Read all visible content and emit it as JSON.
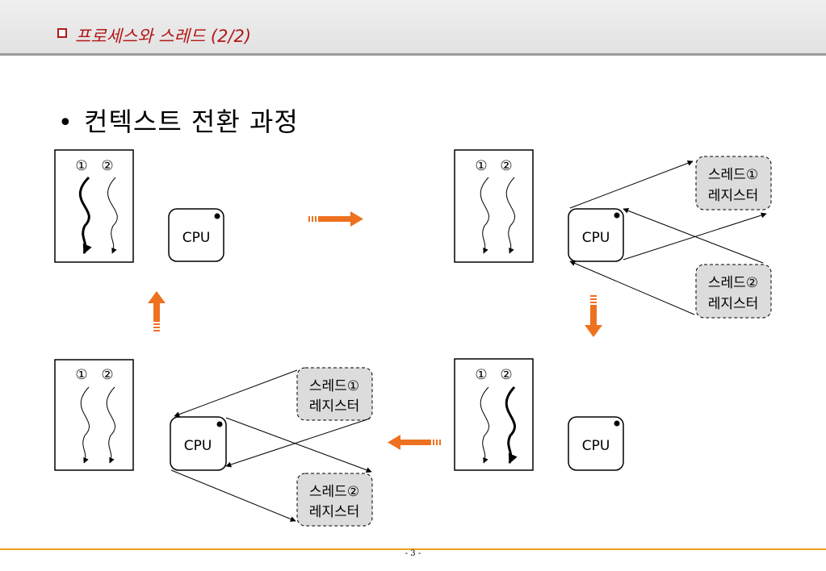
{
  "header": {
    "title": "프로세스와 스레드 (2/2)"
  },
  "main": {
    "bullet": "•",
    "title": "컨텍스트 전환 과정"
  },
  "diagram": {
    "thread_labels": [
      "①",
      "②"
    ],
    "cpu_label": "CPU",
    "registers": [
      {
        "line1": "스레드①",
        "line2": "레지스터"
      },
      {
        "line1": "스레드②",
        "line2": "레지스터"
      }
    ],
    "colors": {
      "flow_arrow": "#ee7120",
      "register_fill": "#dcdcdc",
      "header_title": "#b21818",
      "footer_line": "#f0a020"
    }
  },
  "footer": {
    "page": "- 3 -"
  }
}
